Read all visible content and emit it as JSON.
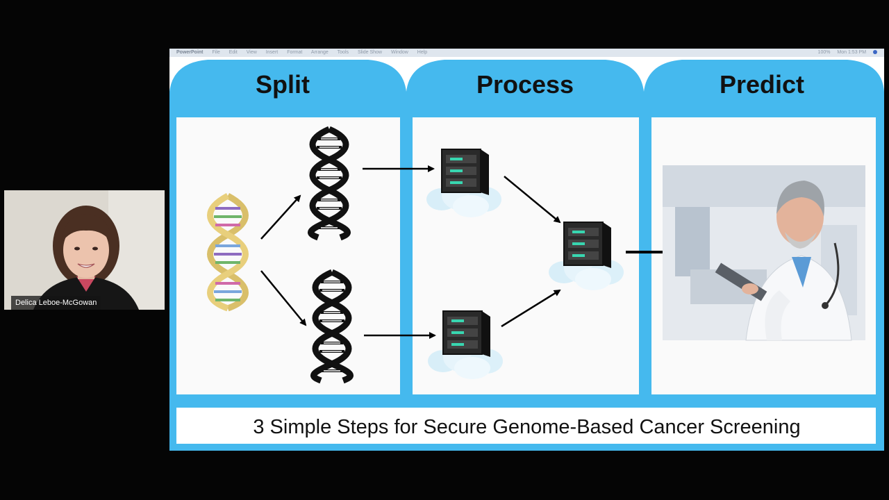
{
  "participant": {
    "name": "Delica Leboe-McGowan"
  },
  "screen_share": {
    "app_menu": [
      "PowerPoint",
      "File",
      "Edit",
      "View",
      "Insert",
      "Format",
      "Arrange",
      "Tools",
      "Slide Show",
      "Window",
      "Help"
    ],
    "clock": "Mon 1:53 PM",
    "battery": "100%"
  },
  "slide": {
    "panels": [
      {
        "title": "Split"
      },
      {
        "title": "Process"
      },
      {
        "title": "Predict"
      }
    ],
    "caption": "3 Simple Steps for Secure Genome-Based Cancer Screening"
  },
  "colors": {
    "accent_blue": "#45b9ee",
    "panel_bg": "#ffffff",
    "page_bg": "#050505",
    "dna_dark": "#111111",
    "dna_gold": "#e8cf7c"
  }
}
